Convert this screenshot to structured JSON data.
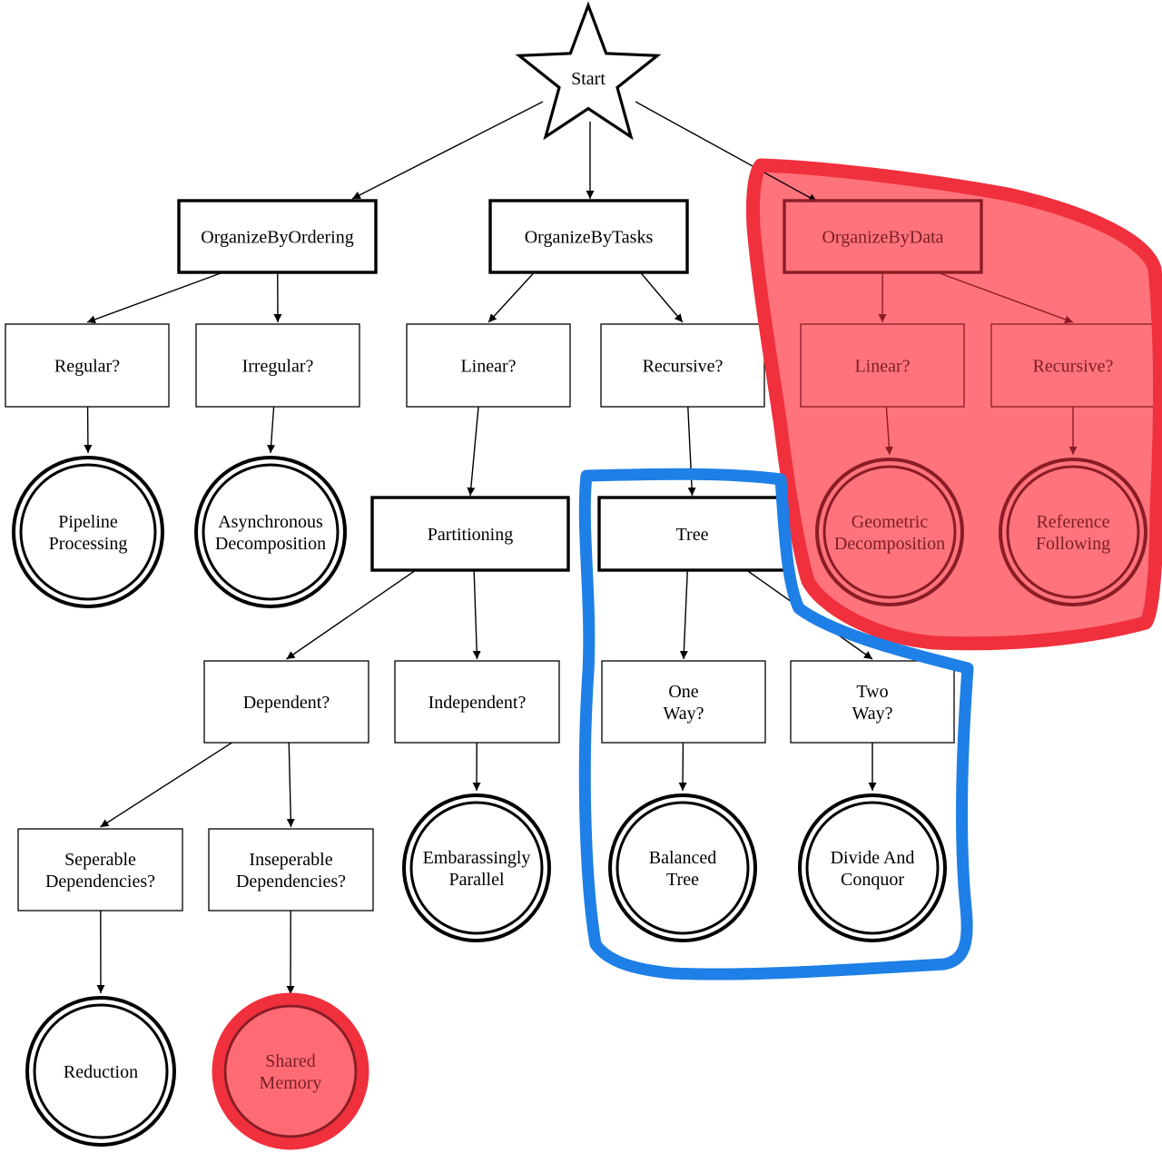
{
  "diagram": {
    "nodes": [
      {
        "id": "start",
        "label": "Start",
        "shape": "star"
      },
      {
        "id": "organize-by-ordering",
        "label": "OrganizeByOrdering",
        "shape": "bold-rect"
      },
      {
        "id": "organize-by-tasks",
        "label": "OrganizeByTasks",
        "shape": "bold-rect"
      },
      {
        "id": "organize-by-data",
        "label": "OrganizeByData",
        "shape": "bold-rect"
      },
      {
        "id": "regular",
        "label": "Regular?",
        "shape": "rect"
      },
      {
        "id": "irregular",
        "label": "Irregular?",
        "shape": "rect"
      },
      {
        "id": "tasks-linear",
        "label": "Linear?",
        "shape": "rect"
      },
      {
        "id": "tasks-recursive",
        "label": "Recursive?",
        "shape": "rect"
      },
      {
        "id": "data-linear",
        "label": "Linear?",
        "shape": "rect"
      },
      {
        "id": "data-recursive",
        "label": "Recursive?",
        "shape": "rect"
      },
      {
        "id": "pipeline-processing",
        "lines": [
          "Pipeline",
          "Processing"
        ],
        "shape": "double-circle"
      },
      {
        "id": "asynchronous-decomposition",
        "lines": [
          "Asynchronous",
          "Decomposition"
        ],
        "shape": "double-circle"
      },
      {
        "id": "partitioning",
        "label": "Partitioning",
        "shape": "bold-rect"
      },
      {
        "id": "tree",
        "label": "Tree",
        "shape": "bold-rect"
      },
      {
        "id": "geometric-decomposition",
        "lines": [
          "Geometric",
          "Decomposition"
        ],
        "shape": "double-circle"
      },
      {
        "id": "reference-following",
        "lines": [
          "Reference",
          "Following"
        ],
        "shape": "double-circle"
      },
      {
        "id": "dependent",
        "label": "Dependent?",
        "shape": "rect"
      },
      {
        "id": "independent",
        "label": "Independent?",
        "shape": "rect"
      },
      {
        "id": "one-way",
        "lines": [
          "One",
          "Way?"
        ],
        "shape": "rect"
      },
      {
        "id": "two-way",
        "lines": [
          "Two",
          "Way?"
        ],
        "shape": "rect"
      },
      {
        "id": "embarassingly-parallel",
        "lines": [
          "Embarassingly",
          "Parallel"
        ],
        "shape": "double-circle"
      },
      {
        "id": "balanced-tree",
        "lines": [
          "Balanced",
          "Tree"
        ],
        "shape": "double-circle"
      },
      {
        "id": "divide-and-conquor",
        "lines": [
          "Divide And",
          "Conquor"
        ],
        "shape": "double-circle"
      },
      {
        "id": "seperable-dependencies",
        "lines": [
          "Seperable",
          "Dependencies?"
        ],
        "shape": "rect"
      },
      {
        "id": "inseperable-dependencies",
        "lines": [
          "Inseperable",
          "Dependencies?"
        ],
        "shape": "rect"
      },
      {
        "id": "reduction",
        "label": "Reduction",
        "shape": "double-circle"
      },
      {
        "id": "shared-memory",
        "lines": [
          "Shared",
          "Memory"
        ],
        "shape": "double-circle"
      }
    ],
    "edges": [
      [
        "start",
        "organize-by-ordering"
      ],
      [
        "start",
        "organize-by-tasks"
      ],
      [
        "start",
        "organize-by-data"
      ],
      [
        "organize-by-ordering",
        "regular"
      ],
      [
        "organize-by-ordering",
        "irregular"
      ],
      [
        "organize-by-tasks",
        "tasks-linear"
      ],
      [
        "organize-by-tasks",
        "tasks-recursive"
      ],
      [
        "organize-by-data",
        "data-linear"
      ],
      [
        "organize-by-data",
        "data-recursive"
      ],
      [
        "regular",
        "pipeline-processing"
      ],
      [
        "irregular",
        "asynchronous-decomposition"
      ],
      [
        "tasks-linear",
        "partitioning"
      ],
      [
        "tasks-recursive",
        "tree"
      ],
      [
        "data-linear",
        "geometric-decomposition"
      ],
      [
        "data-recursive",
        "reference-following"
      ],
      [
        "partitioning",
        "dependent"
      ],
      [
        "partitioning",
        "independent"
      ],
      [
        "tree",
        "one-way"
      ],
      [
        "tree",
        "two-way"
      ],
      [
        "dependent",
        "seperable-dependencies"
      ],
      [
        "dependent",
        "inseperable-dependencies"
      ],
      [
        "independent",
        "embarassingly-parallel"
      ],
      [
        "one-way",
        "balanced-tree"
      ],
      [
        "two-way",
        "divide-and-conquor"
      ],
      [
        "seperable-dependencies",
        "reduction"
      ],
      [
        "inseperable-dependencies",
        "shared-memory"
      ]
    ],
    "annotations": [
      {
        "id": "red-highlight-data",
        "color": "#f0303c",
        "fill": "#ff6b75"
      },
      {
        "id": "blue-outline-tree",
        "color": "#1e7fe6"
      },
      {
        "id": "red-highlight-shared-memory",
        "color": "#f0303c",
        "fill": "#ff6b75"
      }
    ],
    "highlighted_nodes": [
      "organize-by-data",
      "data-linear",
      "data-recursive",
      "geometric-decomposition",
      "reference-following",
      "shared-memory"
    ]
  }
}
